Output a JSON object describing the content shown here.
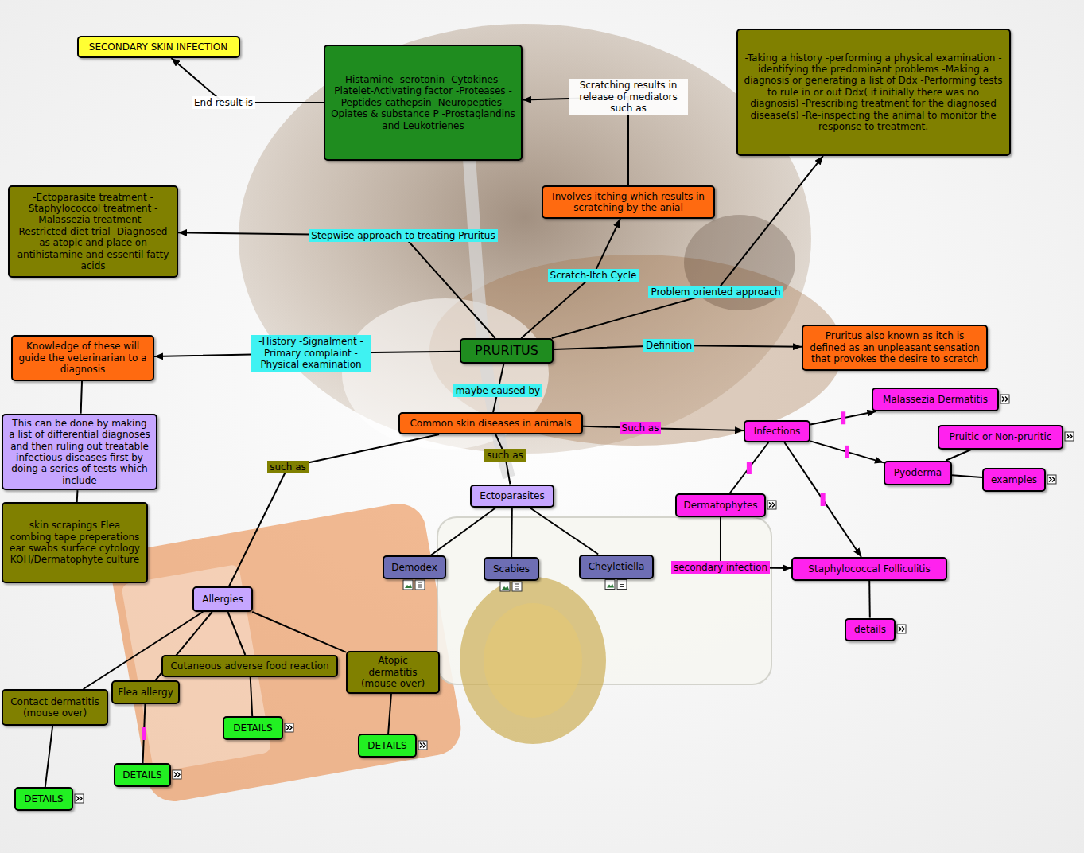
{
  "diagram": {
    "nodes": [
      {
        "text": [
          "SECONDARY SKIN INFECTION"
        ]
      },
      {
        "text": [
          "-Histamine -serotonin -Cytokines -Platelet-Activating factor -Proteases -Peptides-cathepsin -Neuropepties-Opiates & substance P -Prostaglandins and Leukotrienes"
        ]
      },
      {
        "text": [
          "-Taking a history -performing a physical examination -identifying the predominant problems -Making a diagnosis or generating a list of Ddx -Performing tests to rule in or out Ddx( if initially there was no diagnosis) -Prescribing treatment for the diagnosed disease(s) -Re-inspecting the animal to monitor the response to treatment."
        ]
      },
      {
        "text": [
          "-Ectoparasite treatment -Staphylococcol treatment -Malassezia treatment -Restricted diet trial -Diagnosed as atopic and place on antihistamine and essentil fatty acids"
        ]
      },
      {
        "text": [
          "Involves itching which results in scratching by the anial"
        ]
      },
      {
        "text": [
          "PRURITUS"
        ]
      },
      {
        "text": [
          "Knowledge of these will guide the veterinarian to a diagnosis"
        ]
      },
      {
        "text": [
          "Pruritus also known as itch is defined as an unpleasant sensation that provokes the desire to scratch"
        ]
      },
      {
        "text": [
          "Common skin diseases in animals"
        ]
      },
      {
        "text": [
          "Malassezia Dermatitis"
        ]
      },
      {
        "text": [
          "Pruitic or Non-pruritic"
        ]
      },
      {
        "text": [
          "Infections"
        ]
      },
      {
        "text": [
          "This can be done by making a list of differential diagnoses and then ruling out treatable infectious diseases first by doing a series of tests which include"
        ]
      },
      {
        "text": [
          "Pyoderma"
        ]
      },
      {
        "text": [
          "examples"
        ]
      },
      {
        "text": [
          "Ectoparasites"
        ]
      },
      {
        "text": [
          "Dermatophytes"
        ]
      },
      {
        "text": [
          "skin scrapings Flea combing tape preperations ear swabs surface cytology KOH/Dermatophyte culture"
        ]
      },
      {
        "text": [
          "Demodex"
        ]
      },
      {
        "text": [
          "Scabies"
        ]
      },
      {
        "text": [
          "Cheyletiella"
        ]
      },
      {
        "text": [
          "Staphylococcal Folliculitis"
        ]
      },
      {
        "text": [
          "Allergies"
        ]
      },
      {
        "text": [
          "details"
        ]
      },
      {
        "text": [
          "Cutaneous adverse food reaction"
        ]
      },
      {
        "text": [
          "Atopic dermatitis (mouse over)"
        ]
      },
      {
        "text": [
          "Flea allergy"
        ]
      },
      {
        "text": [
          "Contact dermatitis (mouse over)"
        ]
      },
      {
        "text": [
          "DETAILS"
        ]
      },
      {
        "text": [
          "DETAILS"
        ]
      },
      {
        "text": [
          "DETAILS"
        ]
      },
      {
        "text": [
          "DETAILS"
        ]
      }
    ],
    "edges": [
      {
        "from": 1,
        "to": 0,
        "label": "End result is",
        "arrow": "to"
      },
      {
        "from": 4,
        "to": 1,
        "label": "Scratching results in release of mediators such as",
        "arrow": "to"
      },
      {
        "from": 5,
        "to": 4,
        "label": "Scratch-Itch Cycle",
        "arrow": "to"
      },
      {
        "from": 5,
        "to": 2,
        "label": "Problem oriented approach",
        "arrow": "to"
      },
      {
        "from": 5,
        "to": 3,
        "label": "Stepwise approach to treating Pruritus",
        "arrow": "to"
      },
      {
        "from": 5,
        "to": 6,
        "label": "-History -Signalment -Primary complaint -Physical examination",
        "arrow": "to"
      },
      {
        "from": 5,
        "to": 7,
        "label": "Definition",
        "arrow": "to"
      },
      {
        "from": 5,
        "to": 8,
        "label": "maybe caused by",
        "arrow": "none"
      },
      {
        "from": 6,
        "to": 12,
        "arrow": "none"
      },
      {
        "from": 12,
        "to": 17,
        "arrow": "none"
      },
      {
        "from": 8,
        "to": 22,
        "label": "such as",
        "arrow": "none"
      },
      {
        "from": 8,
        "to": 15,
        "label": "such as",
        "arrow": "none"
      },
      {
        "from": 8,
        "to": 11,
        "label": "Such as",
        "arrow": "to"
      },
      {
        "from": 11,
        "to": 9,
        "arrow": "to"
      },
      {
        "from": 11,
        "to": 13,
        "arrow": "to"
      },
      {
        "from": 11,
        "to": 21,
        "arrow": "to"
      },
      {
        "from": 11,
        "to": 16,
        "arrow": "none"
      },
      {
        "from": 13,
        "to": 10,
        "arrow": "none"
      },
      {
        "from": 13,
        "to": 14,
        "arrow": "none"
      },
      {
        "from": 15,
        "to": 18,
        "arrow": "none"
      },
      {
        "from": 15,
        "to": 19,
        "arrow": "none"
      },
      {
        "from": 15,
        "to": 20,
        "arrow": "none"
      },
      {
        "from": 16,
        "to": 21,
        "label": "secondary infection",
        "arrow": "to"
      },
      {
        "from": 21,
        "to": 23,
        "arrow": "none"
      },
      {
        "from": 22,
        "to": 27,
        "arrow": "none"
      },
      {
        "from": 22,
        "to": 26,
        "arrow": "none"
      },
      {
        "from": 22,
        "to": 24,
        "arrow": "none"
      },
      {
        "from": 22,
        "to": 25,
        "arrow": "none"
      },
      {
        "from": 24,
        "to": 28,
        "arrow": "none"
      },
      {
        "from": 25,
        "to": 29,
        "arrow": "none"
      },
      {
        "from": 26,
        "to": 30,
        "arrow": "none"
      },
      {
        "from": 27,
        "to": 31,
        "arrow": "none"
      }
    ]
  }
}
